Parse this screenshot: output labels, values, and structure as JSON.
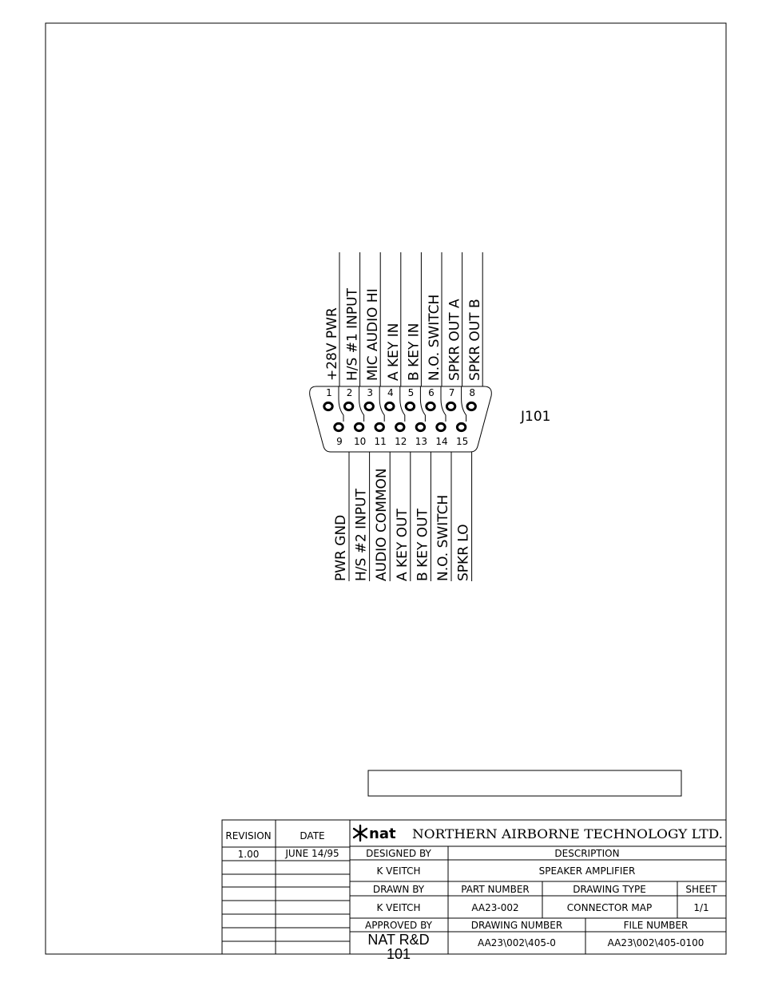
{
  "connector": {
    "designator": "J101",
    "top_pins": [
      {
        "num": "1",
        "label": "+28V PWR"
      },
      {
        "num": "2",
        "label": "H/S #1 INPUT"
      },
      {
        "num": "3",
        "label": "MIC AUDIO HI"
      },
      {
        "num": "4",
        "label": "A KEY IN"
      },
      {
        "num": "5",
        "label": "B KEY IN"
      },
      {
        "num": "6",
        "label": "N.O. SWITCH"
      },
      {
        "num": "7",
        "label": "SPKR OUT A"
      },
      {
        "num": "8",
        "label": "SPKR OUT B"
      }
    ],
    "bottom_pins": [
      {
        "num": "9",
        "label": "PWR GND"
      },
      {
        "num": "10",
        "label": "H/S #2 INPUT"
      },
      {
        "num": "11",
        "label": "AUDIO COMMON"
      },
      {
        "num": "12",
        "label": "A KEY OUT"
      },
      {
        "num": "13",
        "label": "B KEY OUT"
      },
      {
        "num": "14",
        "label": "N.O. SWITCH"
      },
      {
        "num": "15",
        "label": "SPKR LO"
      }
    ]
  },
  "title_block": {
    "revision_header": "REVISION",
    "date_header": "DATE",
    "revision": "1.00",
    "date": "JUNE 14/95",
    "logo_text": "nat",
    "company": "NORTHERN AIRBORNE TECHNOLOGY LTD.",
    "designed_by_header": "DESIGNED BY",
    "designed_by": "K VEITCH",
    "description_header": "DESCRIPTION",
    "description": "SPEAKER AMPLIFIER",
    "drawn_by_header": "DRAWN BY",
    "drawn_by": "K VEITCH",
    "part_number_header": "PART NUMBER",
    "part_number": "AA23-002",
    "drawing_type_header": "DRAWING TYPE",
    "drawing_type": "CONNECTOR MAP",
    "sheet_header": "SHEET",
    "sheet": "1/1",
    "approved_by_header": "APPROVED BY",
    "approved_by_line1": "NAT R&D",
    "approved_by_line2": "101",
    "drawing_number_header": "DRAWING NUMBER",
    "drawing_number": "AA23\\002\\405-0",
    "file_number_header": "FILE NUMBER",
    "file_number": "AA23\\002\\405-0100"
  }
}
